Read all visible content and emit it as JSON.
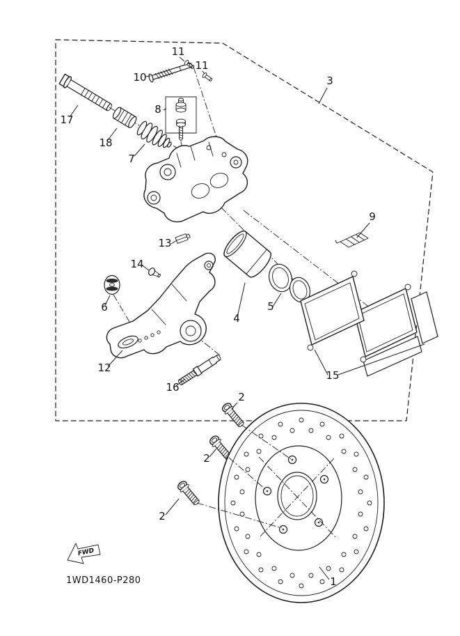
{
  "diagram": {
    "background": "#ffffff",
    "ink": "#1c1c1c",
    "part_code": "1WD1460-P280",
    "fwd_label": "FWD",
    "callouts": [
      {
        "label": "11"
      },
      {
        "label": "11"
      },
      {
        "label": "10"
      },
      {
        "label": "3"
      },
      {
        "label": "8"
      },
      {
        "label": "17"
      },
      {
        "label": "18"
      },
      {
        "label": "7"
      },
      {
        "label": "9"
      },
      {
        "label": "13"
      },
      {
        "label": "14"
      },
      {
        "label": "5"
      },
      {
        "label": "6"
      },
      {
        "label": "4"
      },
      {
        "label": "12"
      },
      {
        "label": "15"
      },
      {
        "label": "16"
      },
      {
        "label": "2"
      },
      {
        "label": "2"
      },
      {
        "label": "2"
      },
      {
        "label": "1"
      }
    ]
  }
}
